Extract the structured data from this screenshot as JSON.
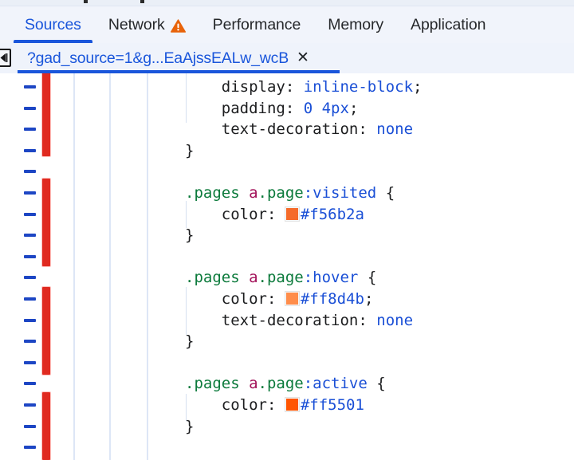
{
  "window": {
    "app": "Chrome DevTools",
    "panel": "Sources"
  },
  "tabbar": {
    "tabs": [
      {
        "label": "Sources",
        "active": true,
        "badge": null
      },
      {
        "label": "Network",
        "active": false,
        "badge": "warning-triangle-icon"
      },
      {
        "label": "Performance",
        "active": false,
        "badge": null
      },
      {
        "label": "Memory",
        "active": false,
        "badge": null
      },
      {
        "label": "Application",
        "active": false,
        "badge": null
      }
    ],
    "active_color": "#1a56db",
    "inactive_color": "#26282b",
    "warning_color": "#e8630a"
  },
  "filebar": {
    "collapse_icon": "collapse-panel-left-icon",
    "tab_label": "?gad_source=1&g...EaAjssEALw_wcB",
    "close_label": "✕",
    "underline_color": "#1a56db"
  },
  "editor": {
    "language": "css",
    "gutter": {
      "change_marker_color": "#e02a20",
      "line_number_placeholder_color": "#1d46c4"
    },
    "separator_color": "#dde6f6",
    "code_lines": [
      {
        "indent": 2,
        "tokens": [
          {
            "text": "display",
            "type": "prop"
          },
          {
            "text": ": ",
            "type": "punct"
          },
          {
            "text": "inline-block",
            "type": "val"
          },
          {
            "text": ";",
            "type": "punct"
          }
        ]
      },
      {
        "indent": 2,
        "tokens": [
          {
            "text": "padding",
            "type": "prop"
          },
          {
            "text": ": ",
            "type": "punct"
          },
          {
            "text": "0 4px",
            "type": "val"
          },
          {
            "text": ";",
            "type": "punct"
          }
        ]
      },
      {
        "indent": 2,
        "tokens": [
          {
            "text": "text-decoration",
            "type": "prop"
          },
          {
            "text": ": ",
            "type": "punct"
          },
          {
            "text": "none",
            "type": "val"
          }
        ]
      },
      {
        "indent": 0,
        "tokens": [
          {
            "text": "}",
            "type": "brace"
          }
        ]
      },
      {
        "indent": 0,
        "tokens": []
      },
      {
        "indent": 0,
        "tokens": [
          {
            "text": ".pages ",
            "type": "sel"
          },
          {
            "text": "a",
            "type": "tag"
          },
          {
            "text": ".page",
            "type": "sel"
          },
          {
            "text": ":visited",
            "type": "pseudo"
          },
          {
            "text": " {",
            "type": "brace"
          }
        ]
      },
      {
        "indent": 2,
        "tokens": [
          {
            "text": "color",
            "type": "prop"
          },
          {
            "text": ": ",
            "type": "punct"
          },
          {
            "text": "",
            "type": "swatch",
            "swatch": "#f56b2a"
          },
          {
            "text": "#f56b2a",
            "type": "val"
          }
        ]
      },
      {
        "indent": 0,
        "tokens": [
          {
            "text": "}",
            "type": "brace"
          }
        ]
      },
      {
        "indent": 0,
        "tokens": []
      },
      {
        "indent": 0,
        "tokens": [
          {
            "text": ".pages ",
            "type": "sel"
          },
          {
            "text": "a",
            "type": "tag"
          },
          {
            "text": ".page",
            "type": "sel"
          },
          {
            "text": ":hover",
            "type": "pseudo"
          },
          {
            "text": " {",
            "type": "brace"
          }
        ]
      },
      {
        "indent": 2,
        "tokens": [
          {
            "text": "color",
            "type": "prop"
          },
          {
            "text": ": ",
            "type": "punct"
          },
          {
            "text": "",
            "type": "swatch",
            "swatch": "#ff8d4b"
          },
          {
            "text": "#ff8d4b",
            "type": "val"
          },
          {
            "text": ";",
            "type": "punct"
          }
        ]
      },
      {
        "indent": 2,
        "tokens": [
          {
            "text": "text-decoration",
            "type": "prop"
          },
          {
            "text": ": ",
            "type": "punct"
          },
          {
            "text": "none",
            "type": "val"
          }
        ]
      },
      {
        "indent": 0,
        "tokens": [
          {
            "text": "}",
            "type": "brace"
          }
        ]
      },
      {
        "indent": 0,
        "tokens": []
      },
      {
        "indent": 0,
        "tokens": [
          {
            "text": ".pages ",
            "type": "sel"
          },
          {
            "text": "a",
            "type": "tag"
          },
          {
            "text": ".page",
            "type": "sel"
          },
          {
            "text": ":active",
            "type": "pseudo"
          },
          {
            "text": " {",
            "type": "brace"
          }
        ]
      },
      {
        "indent": 2,
        "tokens": [
          {
            "text": "color",
            "type": "prop"
          },
          {
            "text": ": ",
            "type": "punct"
          },
          {
            "text": "",
            "type": "swatch",
            "swatch": "#ff5501"
          },
          {
            "text": "#ff5501",
            "type": "val"
          }
        ]
      },
      {
        "indent": 0,
        "tokens": [
          {
            "text": "}",
            "type": "brace"
          }
        ]
      }
    ],
    "color_values": [
      "#f56b2a",
      "#ff8d4b",
      "#ff5501"
    ]
  }
}
